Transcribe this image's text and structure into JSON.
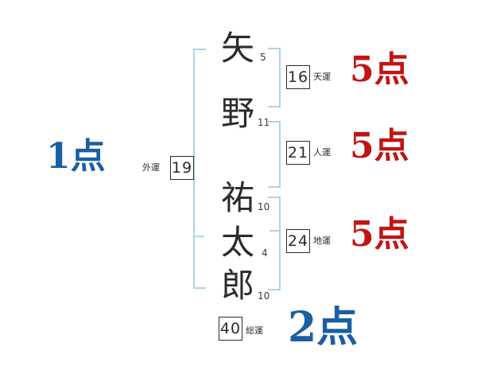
{
  "colors": {
    "red": "#c11414",
    "blue": "#1b5fa3",
    "ink": "#2b2b2b",
    "bracket": "#aed3ea",
    "background": "#ffffff"
  },
  "name": {
    "reading_chars": [
      "矢",
      "野",
      "祐",
      "太",
      "郎"
    ],
    "stroke_counts": [
      "5",
      "11",
      "10",
      "4",
      "10"
    ]
  },
  "outer": {
    "label": "外運",
    "value": "19",
    "score": "1点"
  },
  "lines": [
    {
      "label": "天運",
      "value": "16",
      "score": "5点"
    },
    {
      "label": "人運",
      "value": "21",
      "score": "5点"
    },
    {
      "label": "地運",
      "value": "24",
      "score": "5点"
    }
  ],
  "total": {
    "label": "総運",
    "value": "40",
    "score": "2点"
  }
}
